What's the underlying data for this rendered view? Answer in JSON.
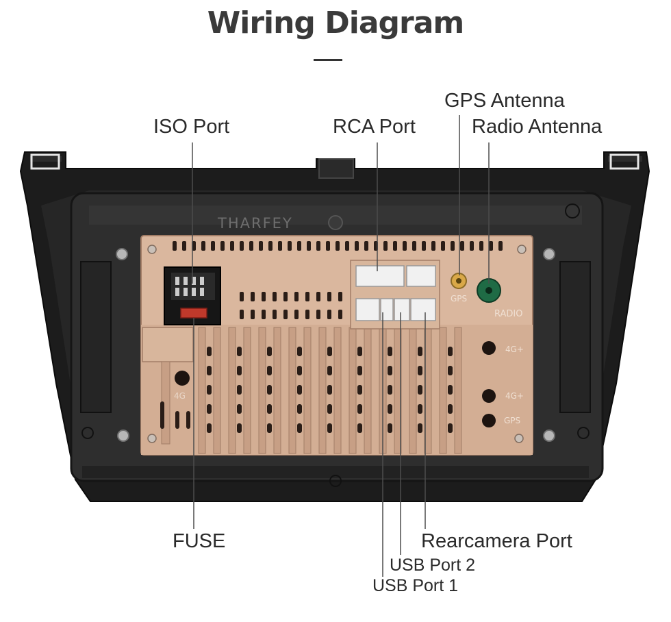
{
  "title": "Wiring Diagram",
  "brand": "THARFEY",
  "labels": {
    "iso_port": "ISO Port",
    "rca_port": "RCA Port",
    "gps_antenna": "GPS Antenna",
    "radio_antenna": "Radio Antenna",
    "fuse": "FUSE",
    "rearcamera_port": "Rearcamera Port",
    "usb_port_2": "USB Port 2",
    "usb_port_1": "USB Port 1"
  },
  "panel_marks": {
    "gps": "GPS",
    "radio": "RADIO",
    "fourg_plus_1": "4G+",
    "fourg_plus_2": "4G+",
    "gps_2": "GPS",
    "fourg": "4G"
  },
  "colors": {
    "frame": "#1c1c1c",
    "panel": "#d9b49a",
    "panel_shadow": "#b8917a",
    "slot": "#2a1d17",
    "leader": "#555555",
    "gps_connector": "#c8a040",
    "radio_connector": "#1f6b45",
    "fuse": "#c0392b"
  }
}
